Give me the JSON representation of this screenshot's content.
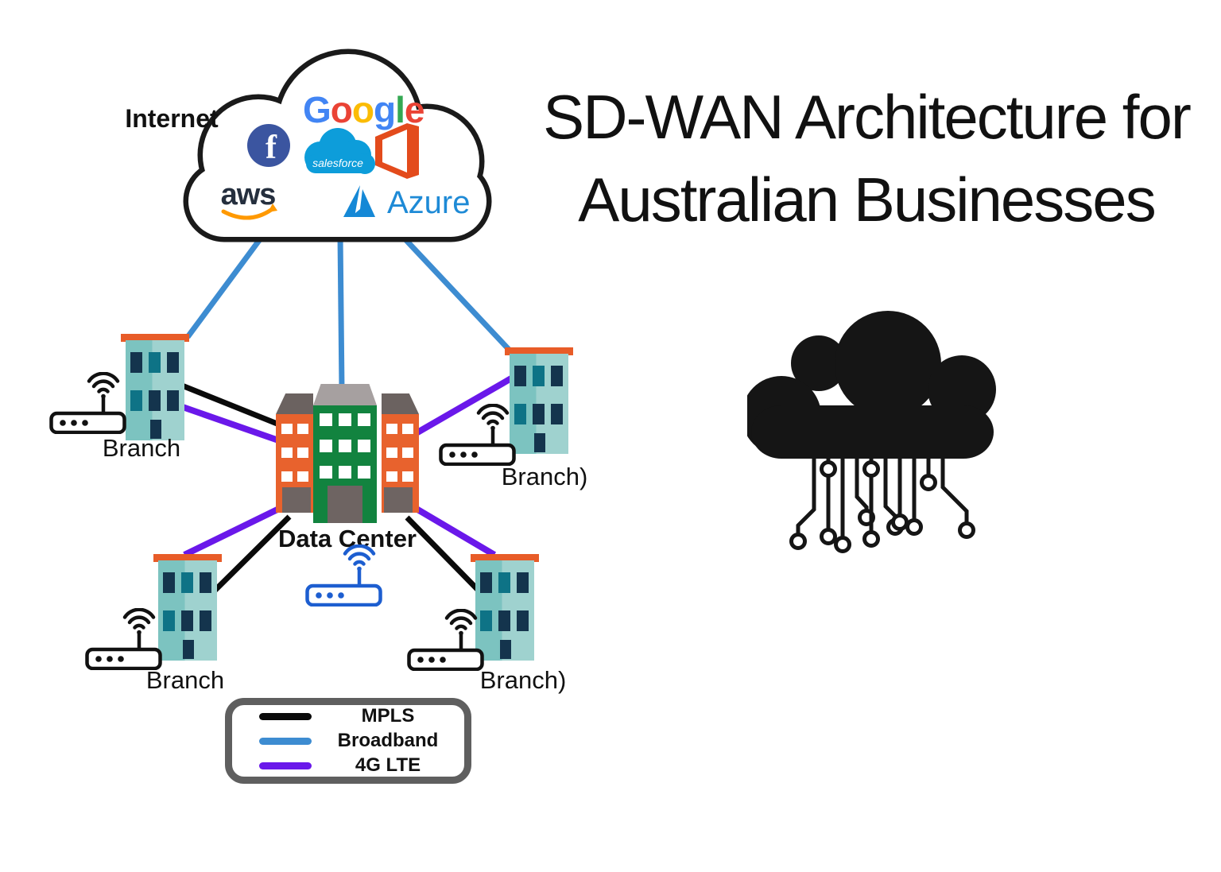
{
  "diagram_title": {
    "line1": "SD-WAN Architecture for",
    "line2": "Australian Businesses"
  },
  "internet": {
    "label": "Internet",
    "logos": {
      "google": {
        "letters": [
          {
            "ch": "G",
            "color": "#4285F4"
          },
          {
            "ch": "o",
            "color": "#EA4335"
          },
          {
            "ch": "o",
            "color": "#FBBC05"
          },
          {
            "ch": "g",
            "color": "#4285F4"
          },
          {
            "ch": "l",
            "color": "#34A853"
          },
          {
            "ch": "e",
            "color": "#EA4335"
          }
        ]
      },
      "facebook": {
        "glyph": "f",
        "bg": "#3b55a0"
      },
      "salesforce": {
        "text": "salesforce",
        "bg": "#0d9dda"
      },
      "office": {
        "color": "#e34b1c"
      },
      "aws": {
        "text": "aws",
        "color": "#252f3e",
        "smile_color": "#ff9900"
      },
      "azure": {
        "text": "Azure",
        "mark_color": "#1588d6",
        "text_color": "#1e8ad6"
      }
    }
  },
  "nodes": {
    "data_center": {
      "label": "Data Center",
      "router_color": "#1d5ed0"
    },
    "branch_top_left": {
      "label": "Branch",
      "router_color": "#111111"
    },
    "branch_top_right": {
      "label": "Branch)",
      "router_color": "#111111"
    },
    "branch_bottom_left": {
      "label": "Branch",
      "router_color": "#111111"
    },
    "branch_bottom_right": {
      "label": "Branch)",
      "router_color": "#111111"
    }
  },
  "links": {
    "broadband_color": "#3d8cd1",
    "mpls_color": "#0a0a0a",
    "lte_color": "#6a18ea"
  },
  "legend": {
    "items": [
      {
        "label": "MPLS",
        "color": "#0a0a0a"
      },
      {
        "label": "Broadband",
        "color": "#3d8cd1"
      },
      {
        "label": "4G LTE",
        "color": "#6a18ea"
      }
    ]
  },
  "palette": {
    "branch_body_left": "#7cc3c0",
    "branch_body_right": "#9fd2cf",
    "branch_roof": "#e85c28",
    "window_navy": "#14344d",
    "window_teal": "#0e7386",
    "dc_orange": "#e8622d",
    "dc_green": "#12833f",
    "dc_roof_light": "#a6a0a0",
    "dc_roof_dark": "#6b6260",
    "dc_door": "#6e6462",
    "cloud_outline": "#1a1a1a",
    "circuit_cloud": "#151515"
  }
}
